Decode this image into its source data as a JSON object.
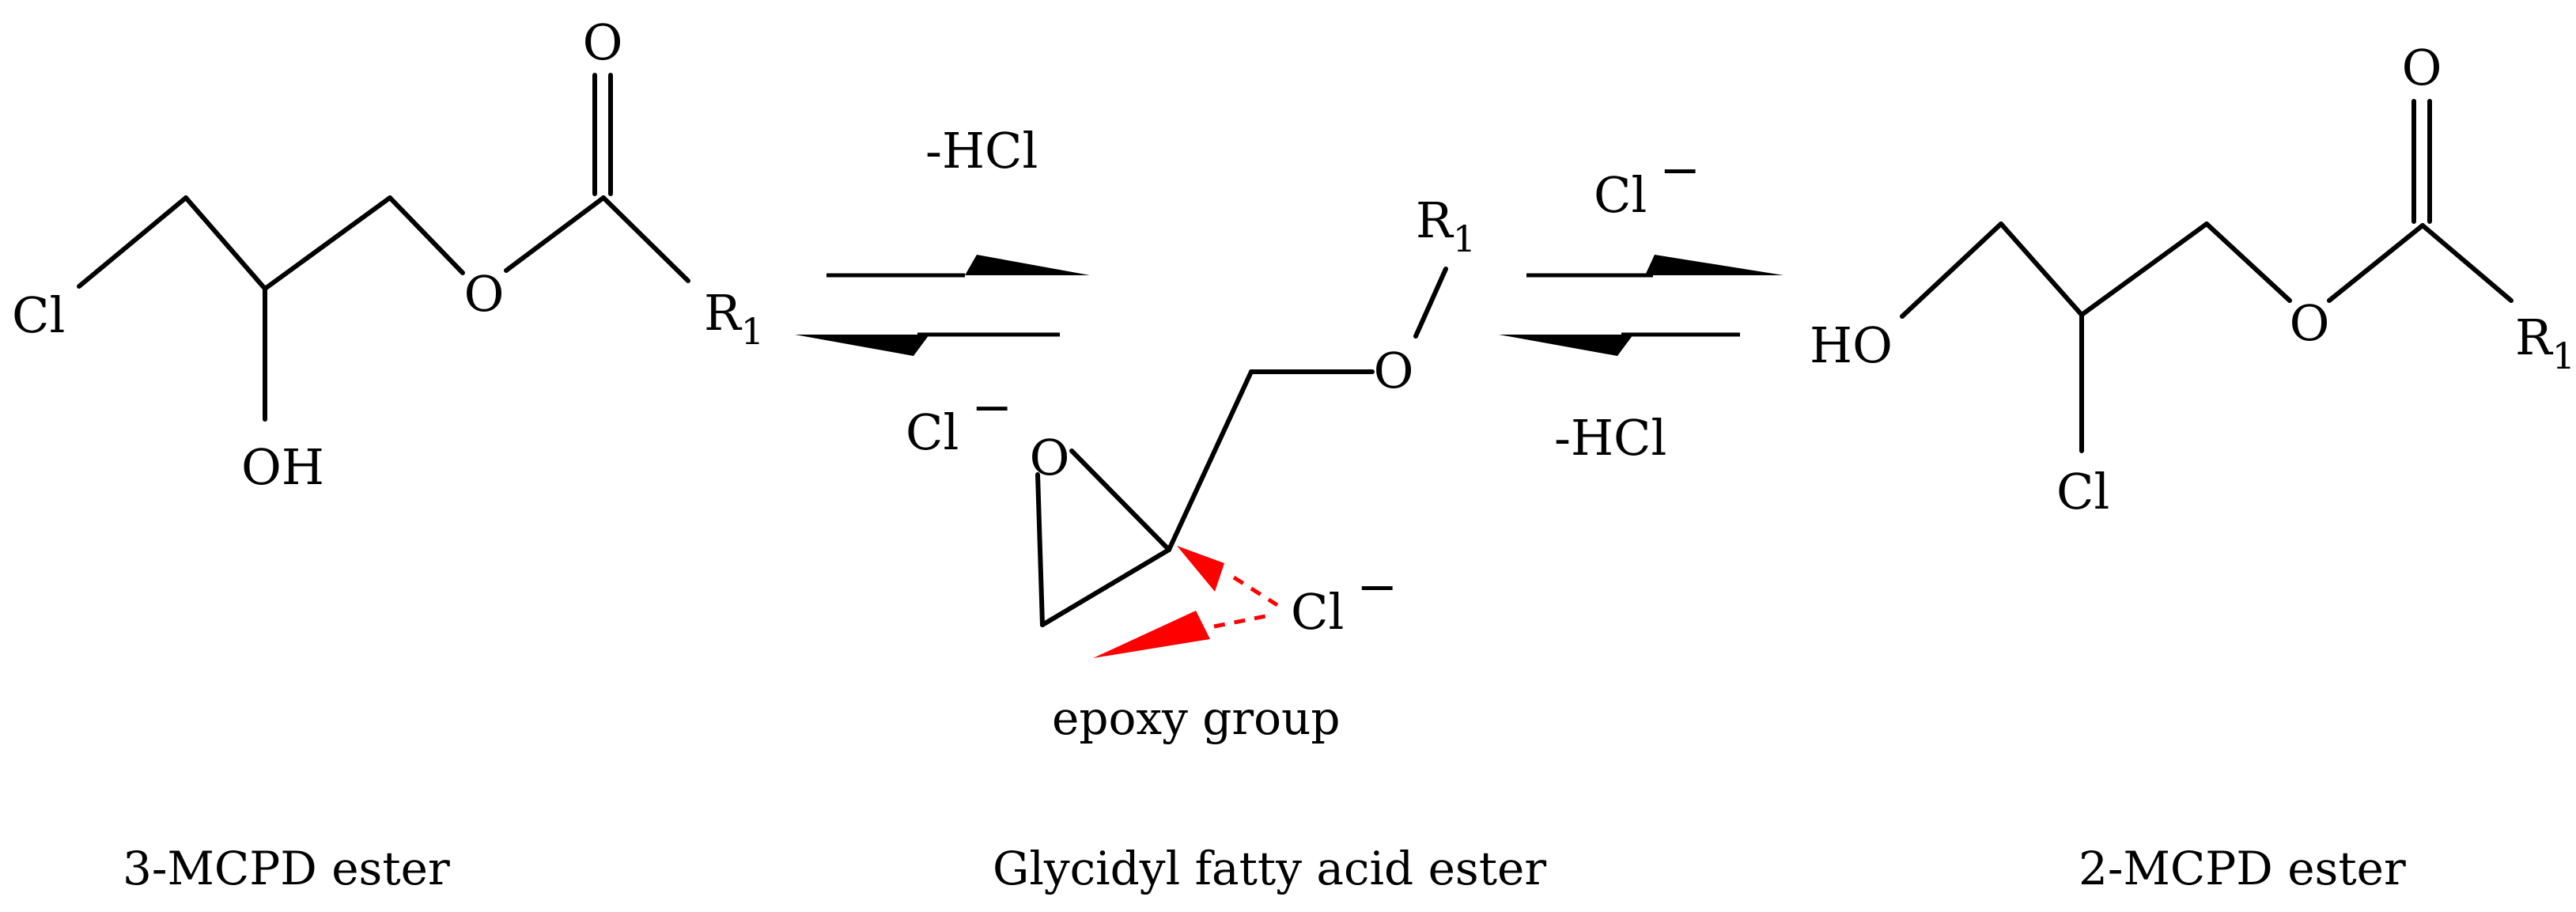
{
  "molecules": {
    "mcpd3": {
      "atoms": {
        "oxo": "O",
        "cl": "Cl",
        "oh": "OH",
        "ester_o": "O",
        "r": "R",
        "r_sub": "1"
      },
      "caption": "3-MCPD ester"
    },
    "glycidyl": {
      "atoms": {
        "r": "R",
        "r_sub": "1",
        "ether_o": "O",
        "ring_o": "O",
        "attack_cl": "Cl",
        "attack_charge": "−"
      },
      "note": "epoxy group",
      "caption": "Glycidyl fatty acid ester"
    },
    "mcpd2": {
      "atoms": {
        "oxo": "O",
        "ho": "HO",
        "cl": "Cl",
        "ester_o": "O",
        "r": "R",
        "r_sub": "1"
      },
      "caption": "2-MCPD ester"
    }
  },
  "equilibria": {
    "left": {
      "forward_label": "-HCl",
      "reverse_label": "Cl",
      "reverse_charge": "−"
    },
    "right": {
      "forward_label": "Cl",
      "forward_charge": "−",
      "reverse_label": "-HCl"
    }
  },
  "colors": {
    "ink": "#000000",
    "attack": "#ff0000"
  }
}
